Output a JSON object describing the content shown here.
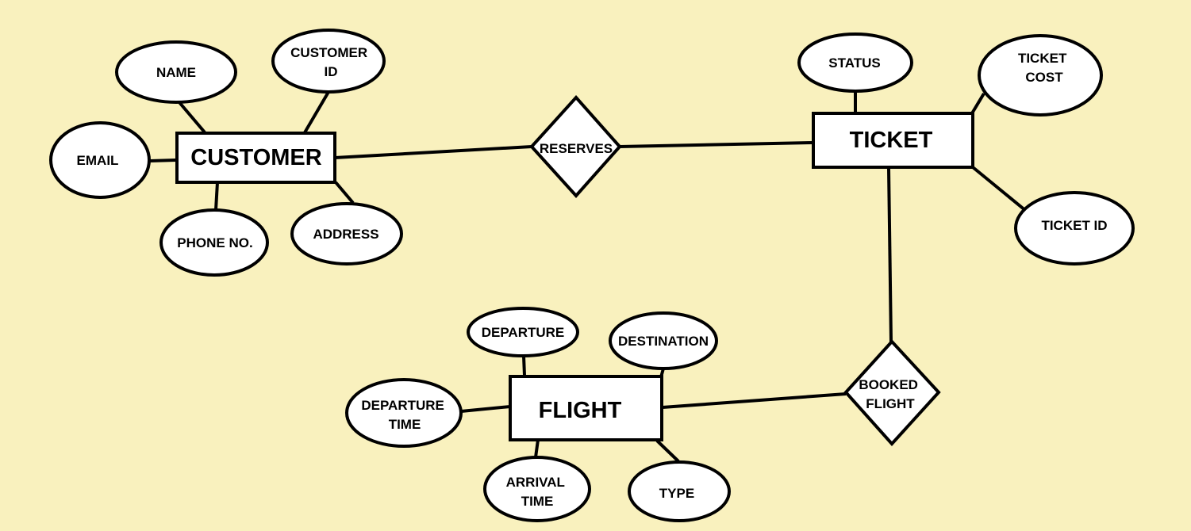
{
  "diagram": {
    "background": "#f9f1be",
    "entities": {
      "customer": "CUSTOMER",
      "ticket": "TICKET",
      "flight": "FLIGHT"
    },
    "relationships": {
      "reserves": [
        "RESERVES"
      ],
      "booked_flight": [
        "BOOKED",
        "FLIGHT"
      ]
    },
    "customer_attributes": {
      "name": [
        "NAME"
      ],
      "customer_id": [
        "CUSTOMER",
        "ID"
      ],
      "email": [
        "EMAIL"
      ],
      "phone_no": [
        "PHONE NO."
      ],
      "address": [
        "ADDRESS"
      ]
    },
    "ticket_attributes": {
      "status": [
        "STATUS"
      ],
      "ticket_cost": [
        "TICKET",
        "COST"
      ],
      "ticket_id": [
        "TICKET ID"
      ]
    },
    "flight_attributes": {
      "departure": [
        "DEPARTURE"
      ],
      "destination": [
        "DESTINATION"
      ],
      "departure_time": [
        "DEPARTURE",
        "TIME"
      ],
      "arrival_time": [
        "ARRIVAL",
        "TIME"
      ],
      "type": [
        "TYPE"
      ]
    }
  }
}
